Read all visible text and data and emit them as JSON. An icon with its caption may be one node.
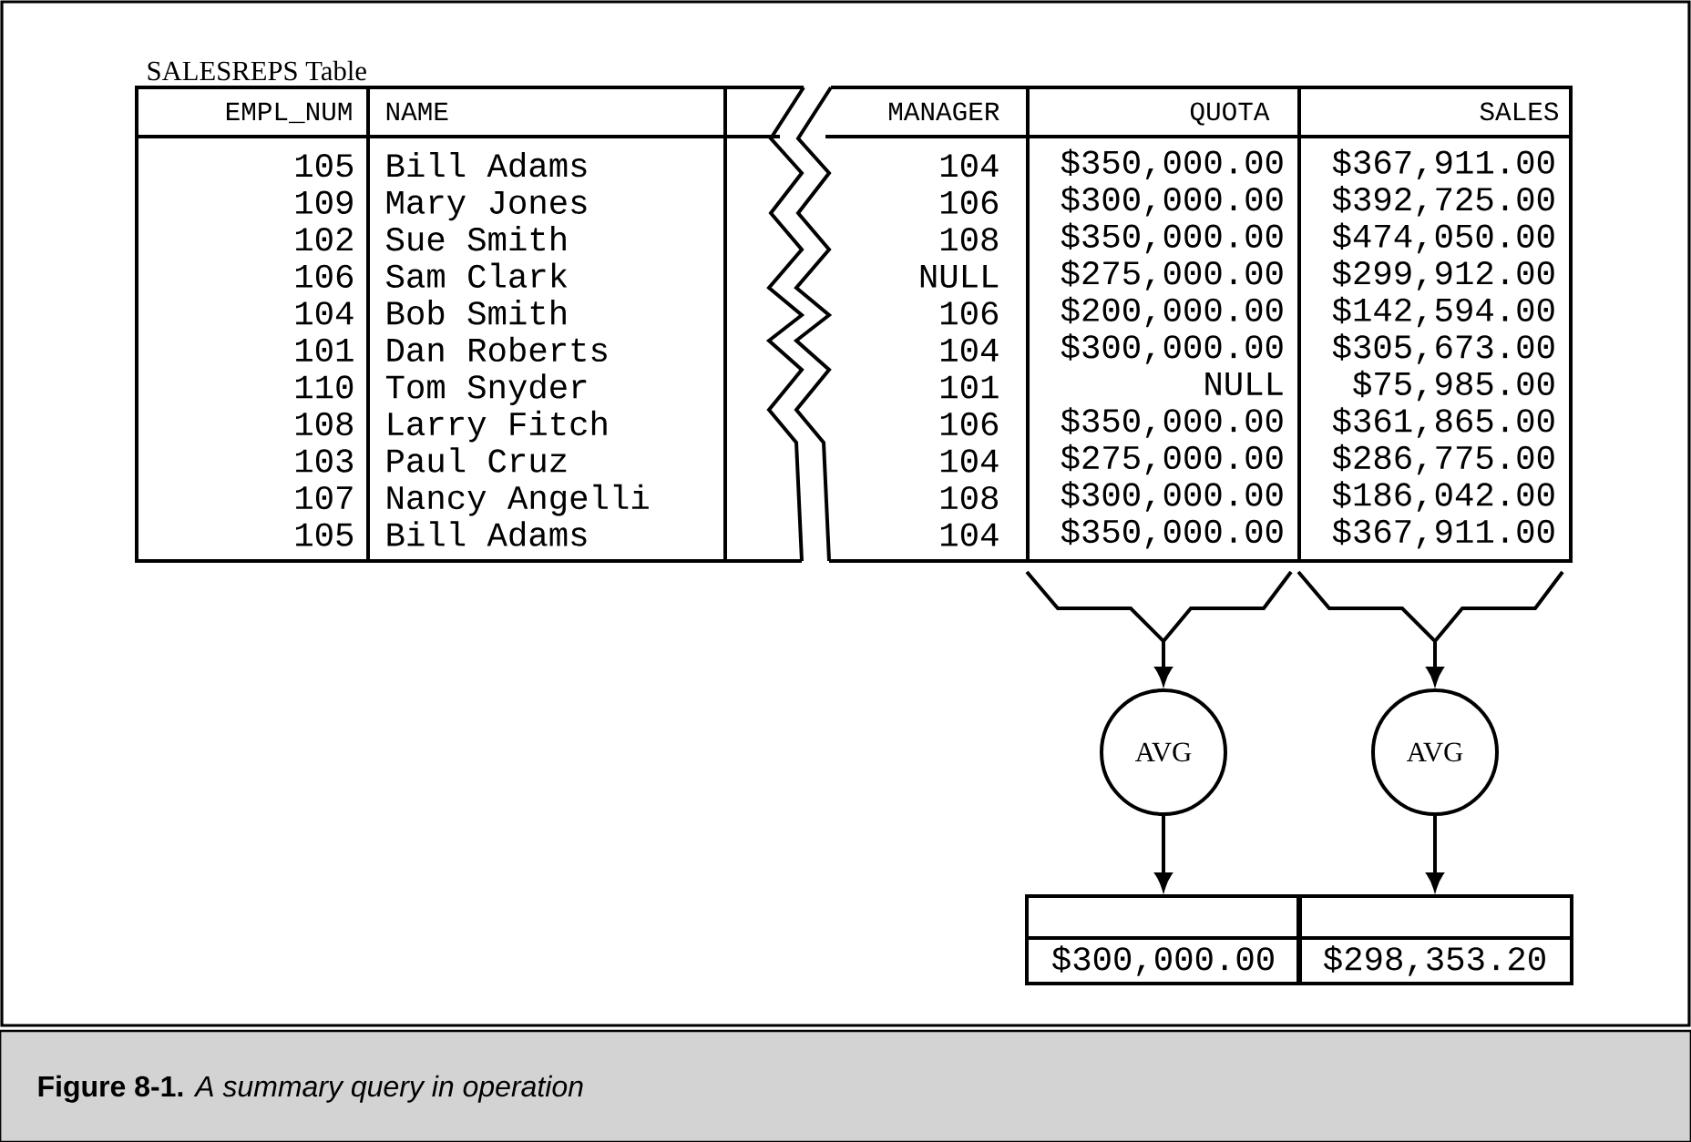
{
  "diagram": {
    "title": "SALESREPS Table",
    "caption": "**Figure 8-1.** *A summary query in operation*",
    "nodes": [
      {
        "text": [
          "$350,000.00",
          "$300,000.00",
          "$350,000.00",
          "$275,000.00",
          "$200,000.00",
          "$300,000.00",
          "NULL",
          "$350,000.00",
          "$275,000.00",
          "$300,000.00",
          "$350,000.00"
        ]
      },
      {
        "text": [
          "$367,911.00",
          "$392,725.00",
          "$474,050.00",
          "$299,912.00",
          "$142,594.00",
          "$305,673.00",
          "$75,985.00",
          "$361,865.00",
          "$286,775.00",
          "$186,042.00",
          "$367,911.00"
        ]
      },
      {
        "text": [
          "AVG"
        ]
      },
      {
        "text": [
          "AVG"
        ]
      },
      {
        "text": [],
        "shape": "box"
      },
      {
        "text": [],
        "shape": "box"
      },
      {
        "text": [
          "$300,000.00"
        ]
      },
      {
        "text": [
          "$298,353.20"
        ]
      }
    ],
    "edges": [
      {
        "from": 0,
        "to": 2,
        "arrow": "to"
      },
      {
        "from": 1,
        "to": 3,
        "arrow": "to"
      },
      {
        "from": 2,
        "to": 4,
        "arrow": "to"
      },
      {
        "from": 3,
        "to": 5,
        "arrow": "to"
      }
    ],
    "labels": [
      "EMPL_NUM",
      "NAME",
      "MANAGER",
      "QUOTA",
      "SALES",
      "105",
      "Bill Adams",
      "104",
      "109",
      "Mary Jones",
      "106",
      "102",
      "Sue Smith",
      "108",
      "106",
      "Sam Clark",
      "NULL",
      "104",
      "Bob Smith",
      "106",
      "101",
      "Dan Roberts",
      "104",
      "110",
      "Tom Snyder",
      "101",
      "108",
      "Larry Fitch",
      "106",
      "103",
      "Paul Cruz",
      "104",
      "107",
      "Nancy Angelli",
      "108",
      "105",
      "Bill Adams",
      "104"
    ]
  }
}
